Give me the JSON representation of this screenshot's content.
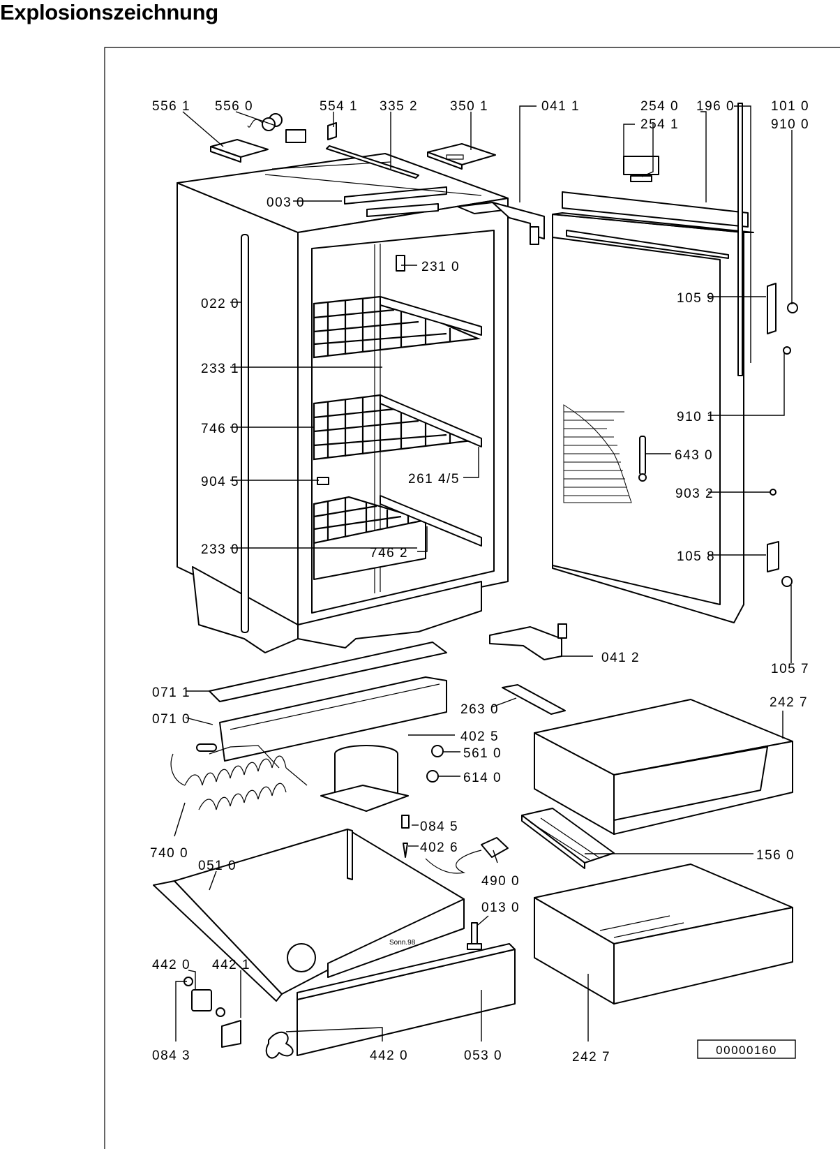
{
  "title": "Explosionszeichnung",
  "drawing_number": "00000160",
  "labels": {
    "l5561": "556 1",
    "l5560": "556 0",
    "l5541": "554 1",
    "l3352": "335 2",
    "l3501": "350 1",
    "l0411": "041 1",
    "l2540": "254 0",
    "l2541": "254 1",
    "l1960": "196 0",
    "l1010": "101 0",
    "l9100": "910 0",
    "l0030": "003 0",
    "l2310": "231 0",
    "l0220": "022 0",
    "l1059": "105 9",
    "l2331": "233 1",
    "l9101": "910 1",
    "l7460": "746 0",
    "l6430": "643 0",
    "l9045": "904 5",
    "l26145": "261 4/5",
    "l9032": "903 2",
    "l2330": "233 0",
    "l7462": "746 2",
    "l1058": "105 8",
    "l0412": "041 2",
    "l1057": "105 7",
    "l0711": "071 1",
    "l2427a": "242 7",
    "l0710": "071 0",
    "l2630": "263 0",
    "l4025": "402 5",
    "l5610": "561 0",
    "l6140": "614 0",
    "l0845": "084 5",
    "l4026": "402 6",
    "l7400": "740 0",
    "l1560": "156 0",
    "l0510": "051 0",
    "l4900": "490 0",
    "l0130": "013 0",
    "l4420a": "442 0",
    "l4421": "442 1",
    "l0843": "084 3",
    "l4420b": "442 0",
    "l0530": "053 0",
    "l2427b": "242 7"
  },
  "engraving": "Sonn.98"
}
